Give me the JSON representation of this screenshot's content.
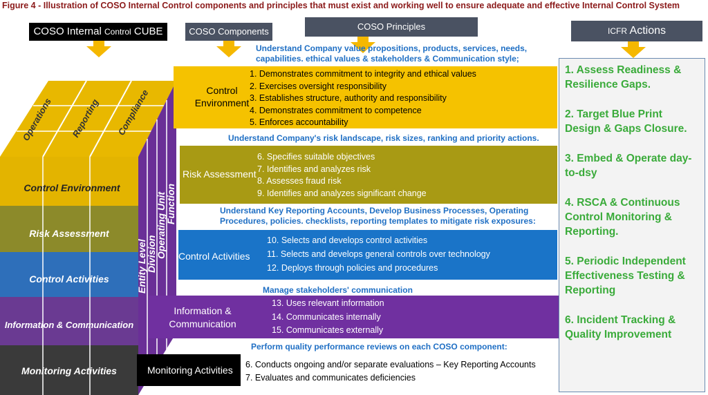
{
  "figure_title": "Figure 4 - Illustration of COSO Internal Control components and principles that must exist and working well to ensure adequate and effective Internal Control System",
  "headers": {
    "cube_prefix": "COSO Internal ",
    "cube_mid": "Control",
    "cube_suffix": " CUBE",
    "components": "COSO Components",
    "principles": "COSO Principles",
    "icfr_prefix": "ICFR",
    "icfr_suffix": " Actions"
  },
  "cube": {
    "top_labels": [
      "Operations",
      "Reporting",
      "Compliance"
    ],
    "side_labels": [
      "Entity Level",
      "Division",
      "Operating Unit",
      "Function"
    ],
    "front_labels": [
      "Control Environment",
      "Risk Assessment",
      "Control Activities",
      "Information & Communication",
      "Monitoring Activities"
    ]
  },
  "components": [
    {
      "note": "Understand Company value propositions, products, services, needs, capabilities. ethical  values & stakeholders & Communication style;",
      "label": "Control Environment",
      "color": "#f5c200",
      "items": [
        "1.   Demonstrates commitment to integrity and ethical values",
        "2.   Exercises oversight responsibility",
        "3.   Establishes structure, authority and responsibility",
        "4.   Demonstrates commitment to competence",
        "5.   Enforces accountability"
      ]
    },
    {
      "note": "Understand Company's risk landscape,  risk sizes, ranking and priority actions.",
      "label": "Risk Assessment",
      "color": "#a89a14",
      "items": [
        "6.   Specifies suitable objectives",
        "7.   Identifies and analyzes risk",
        "8.   Assesses fraud risk",
        "9.   Identifies and analyzes significant change"
      ]
    },
    {
      "note": "Understand Key Reporting Accounts, Develop Business Processes,  Operating Procedures, policies. checklists, reporting templates to mitigate risk exposures:",
      "label": "Control Activities",
      "color": "#1a74c8",
      "items": [
        "10. Selects and develops control activities",
        "11.  Selects and develops general controls over technology",
        "12. Deploys through policies and procedures"
      ]
    },
    {
      "note": "Manage stakeholders' communication",
      "label": "Information & Communication",
      "color": "#7030a0",
      "items": [
        "13.  Uses relevant information",
        "14. Communicates internally",
        "15. Communicates externally"
      ]
    },
    {
      "note": "Perform quality performance reviews on each COSO component:",
      "label": "Monitoring Activities",
      "color": "#000000",
      "items": [
        "6. Conducts ongoing and/or separate evaluations – Key Reporting Accounts",
        "7. Evaluates and communicates deficiencies"
      ]
    }
  ],
  "actions": [
    "1. Assess Readiness & Resilience Gaps.",
    "2. Target Blue Print Design & Gaps Closure.",
    "3. Embed  & Operate day-to-dsy",
    "4. RSCA & Continuous Control Monitoring & Reporting.",
    "5. Periodic Independent Effectiveness Testing & Reporting",
    "6. Incident Tracking & Quality Improvement"
  ]
}
